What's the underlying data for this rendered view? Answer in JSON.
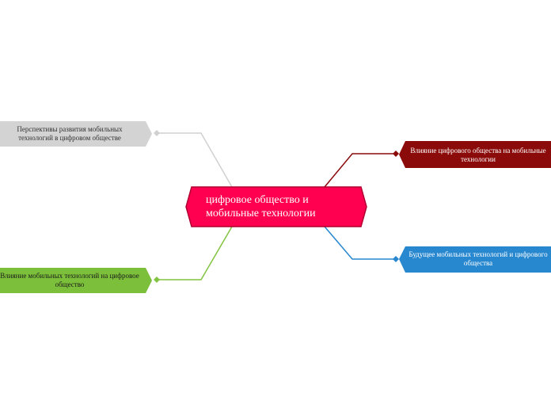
{
  "central": {
    "label": "цифровое общество и мобильные технологии",
    "color": "#ff0050",
    "border_color": "#b0002f"
  },
  "branches": [
    {
      "id": "perspectives",
      "label": "Перспективы развития мобильных технологий в цифровом обществе",
      "color": "#d3d3d3",
      "line_color": "#d0d0d0"
    },
    {
      "id": "impact-digital",
      "label": "Влияние цифрового общества на мобильные технологии",
      "color": "#8b0a0a",
      "line_color": "#8b0a0a"
    },
    {
      "id": "future",
      "label": "Будущее мобильных технологий и цифрового общества",
      "color": "#2787cf",
      "line_color": "#2787cf"
    },
    {
      "id": "impact-mobile",
      "label": "Влияние мобильных технологий на цифровое общество",
      "color": "#7cbf3a",
      "line_color": "#82c341"
    }
  ]
}
